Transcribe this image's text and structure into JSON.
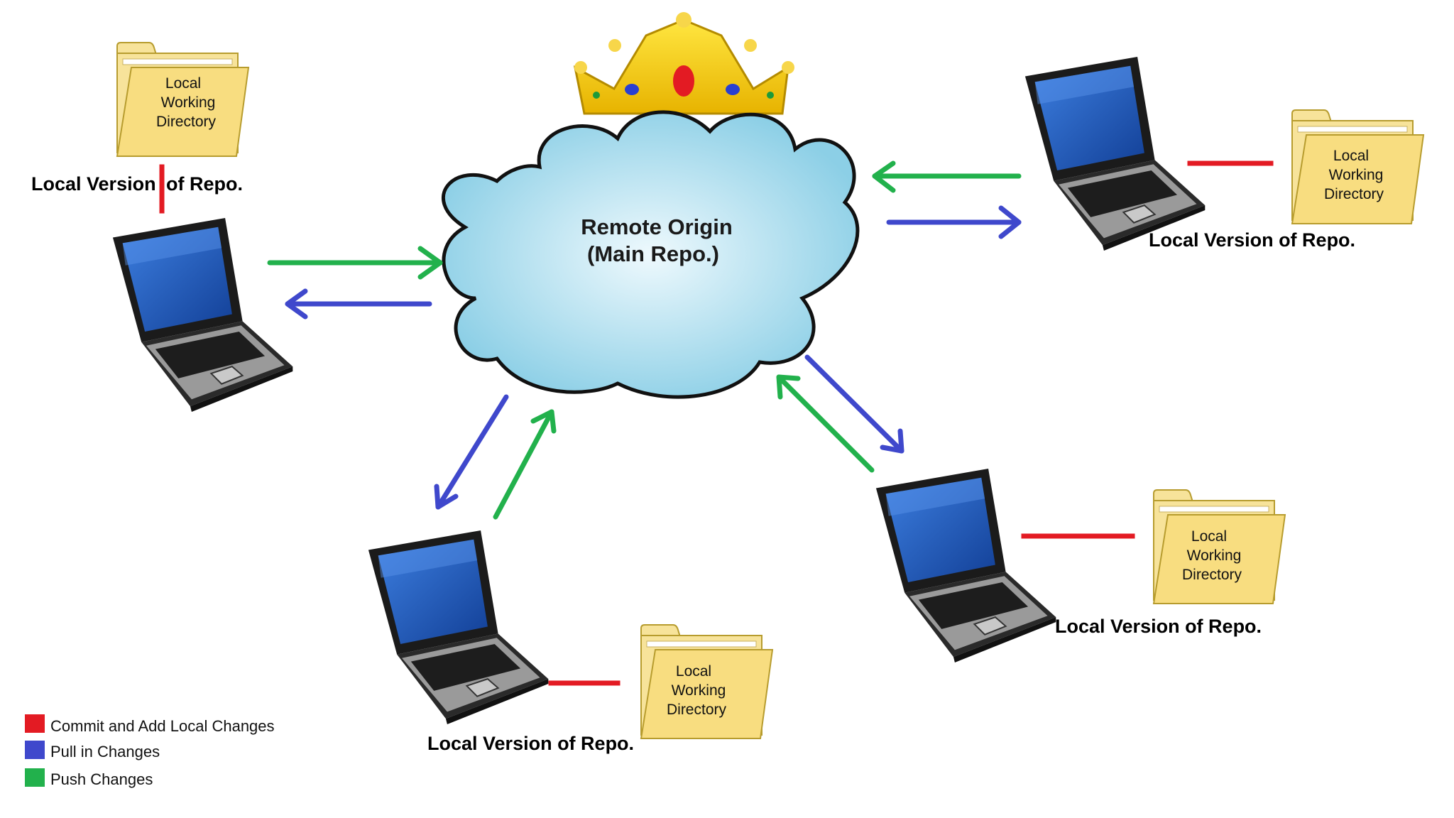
{
  "remote": {
    "line1": "Remote Origin",
    "line2": "(Main Repo.)"
  },
  "local_repo_label": "Local Version of Repo.",
  "local_repo_label_split": [
    "Local Version",
    "of Repo."
  ],
  "folder": {
    "line1": "Local",
    "line2": "Working",
    "line3": "Directory"
  },
  "legend": [
    {
      "label": "Commit and Add Local Changes",
      "color": "#e31b23"
    },
    {
      "label": "Pull in Changes",
      "color": "#3f48cc"
    },
    {
      "label": "Push Changes",
      "color": "#22b14c"
    }
  ],
  "colors": {
    "commit": "#e31b23",
    "pull": "#3f48cc",
    "push": "#22b14c",
    "cloud": "#a8dcec",
    "screen": "#2a5fb8",
    "folder": "#f7e39a",
    "crown": "#f5d000"
  }
}
